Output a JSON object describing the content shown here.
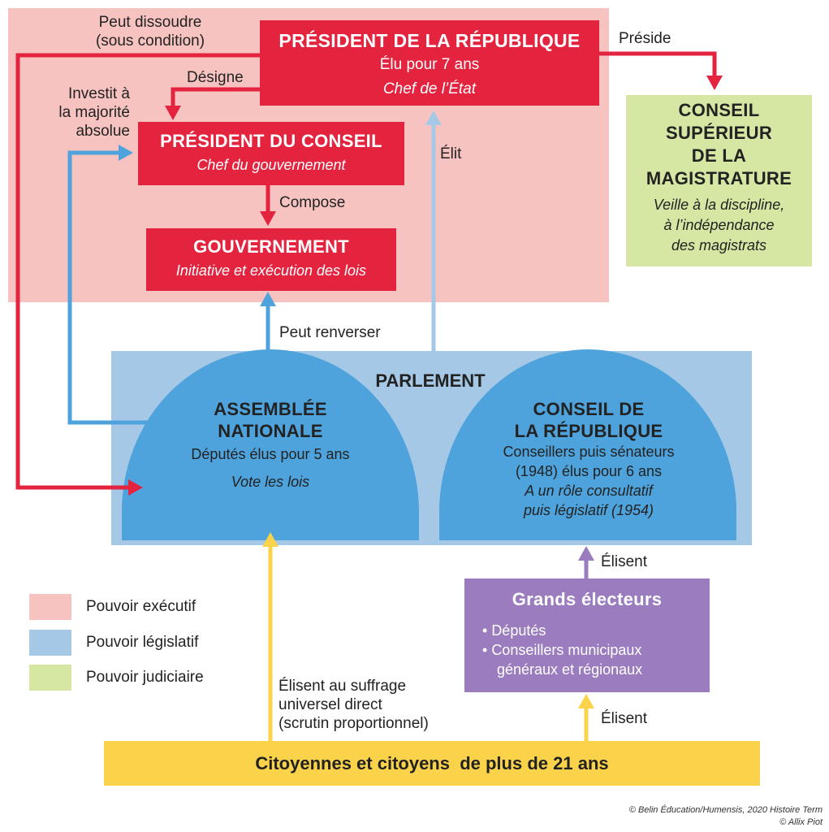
{
  "colors": {
    "executive_zone": "#f6c3c0",
    "legislative_zone": "#a5c8e6",
    "judicial_zone": "#d6e7a4",
    "red_box": "#e4233f",
    "blue_dome": "#4fa3dc",
    "purple": "#9b7dbf",
    "yellow": "#fad34a"
  },
  "president": {
    "title": "PRÉSIDENT DE LA RÉPUBLIQUE",
    "line1": "Élu pour 7 ans",
    "line2": "Chef de l’État"
  },
  "president_conseil": {
    "title": "PRÉSIDENT DU CONSEIL",
    "line1": "Chef du gouvernement"
  },
  "gouvernement": {
    "title": "GOUVERNEMENT",
    "line1": "Initiative et exécution des lois"
  },
  "csm": {
    "title_lines": [
      "CONSEIL",
      "SUPÉRIEUR",
      "DE LA",
      "MAGISTRATURE"
    ],
    "desc_lines": [
      "Veille à la discipline,",
      "à l’indépendance",
      "des magistrats"
    ]
  },
  "parlement": {
    "title": "PARLEMENT",
    "assemblee": {
      "title_lines": [
        "ASSEMBLÉE",
        "NATIONALE"
      ],
      "line1": "Députés élus pour 5 ans",
      "line2": "Vote les lois"
    },
    "conseil_rep": {
      "title_lines": [
        "CONSEIL DE",
        "LA RÉPUBLIQUE"
      ],
      "line1": "Conseillers puis sénateurs",
      "line2": "(1948) élus pour 6 ans",
      "line3": "A un rôle  consultatif",
      "line4": "puis législatif (1954)"
    }
  },
  "grands_electeurs": {
    "title": "Grands électeurs",
    "items": [
      "Députés",
      "Conseillers municipaux"
    ],
    "item2_cont": "généraux et régionaux"
  },
  "citoyens": {
    "label": "Citoyennes et citoyens  de plus de 21 ans"
  },
  "arrow_labels": {
    "peut_dissoudre": [
      "Peut dissoudre",
      "(sous condition)"
    ],
    "preside": "Préside",
    "designe": "Désigne",
    "investit": [
      "Investit à",
      "la majorité",
      "absolue"
    ],
    "elit": "Élit",
    "compose": "Compose",
    "peut_renverser": "Peut renverser",
    "elisent_top": "Élisent",
    "elisent_bottom": "Élisent",
    "suffrage": [
      "Élisent au suffrage",
      "universel direct",
      "(scrutin proportionnel)"
    ]
  },
  "legend": [
    {
      "label": "Pouvoir exécutif",
      "color": "#f6c3c0"
    },
    {
      "label": "Pouvoir législatif",
      "color": "#a5c8e6"
    },
    {
      "label": "Pouvoir judiciaire",
      "color": "#d6e7a4"
    }
  ],
  "credits": [
    "© Belin Éducation/Humensis, 2020 Histoire Term",
    "© Allix Piot"
  ]
}
